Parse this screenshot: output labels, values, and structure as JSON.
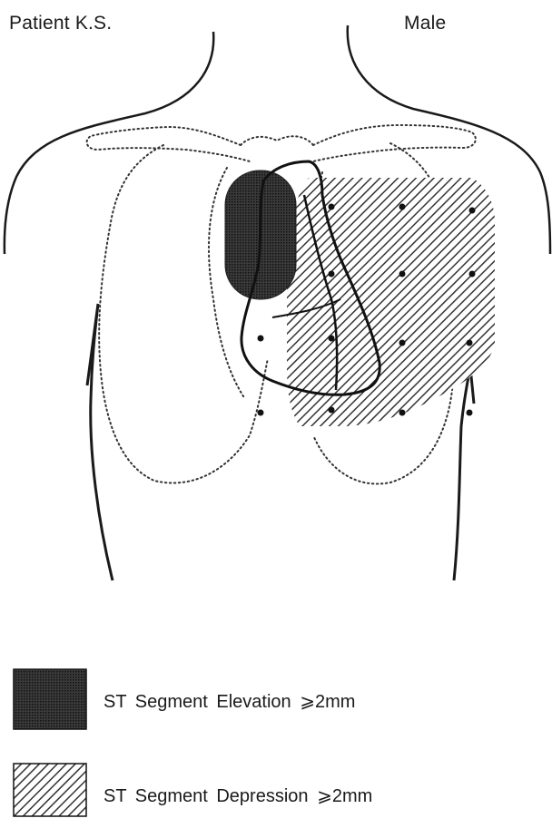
{
  "header": {
    "patient": "Patient K.S.",
    "sex": "Male"
  },
  "legend": {
    "elevation_label": "ST Segment Elevation ⩾2mm",
    "depression_label": "ST Segment Depression ⩾2mm"
  },
  "colors": {
    "ink": "#1a1a1a",
    "elevation_fill": "#2e2e2e",
    "depression_hatch": "#333333",
    "background": "#ffffff"
  }
}
